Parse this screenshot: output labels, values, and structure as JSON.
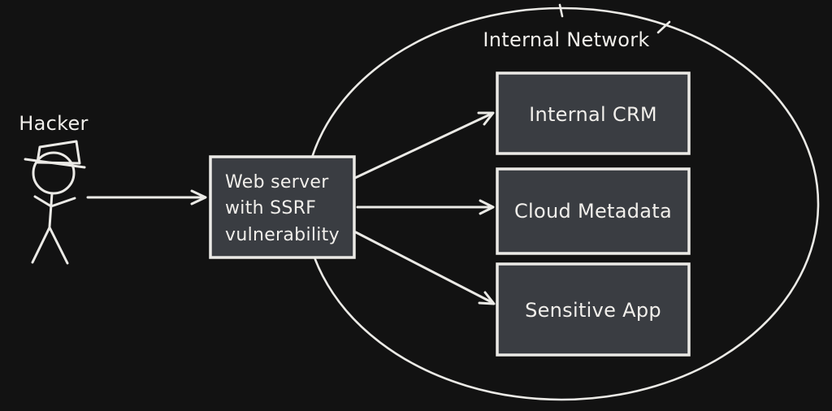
{
  "colors": {
    "background": "#121212",
    "stroke": "#ebeae6",
    "box_fill": "#3a3d42",
    "text": "#f1efeb"
  },
  "diagram": {
    "hacker": {
      "label": "Hacker"
    },
    "internal_network": {
      "label": "Internal Network"
    },
    "web_server": {
      "label_lines": [
        "Web server",
        "with SSRF",
        "vulnerability"
      ]
    },
    "targets": [
      {
        "id": "internal-crm",
        "label": "Internal CRM"
      },
      {
        "id": "cloud-metadata",
        "label": "Cloud Metadata"
      },
      {
        "id": "sensitive-app",
        "label": "Sensitive App"
      }
    ]
  }
}
